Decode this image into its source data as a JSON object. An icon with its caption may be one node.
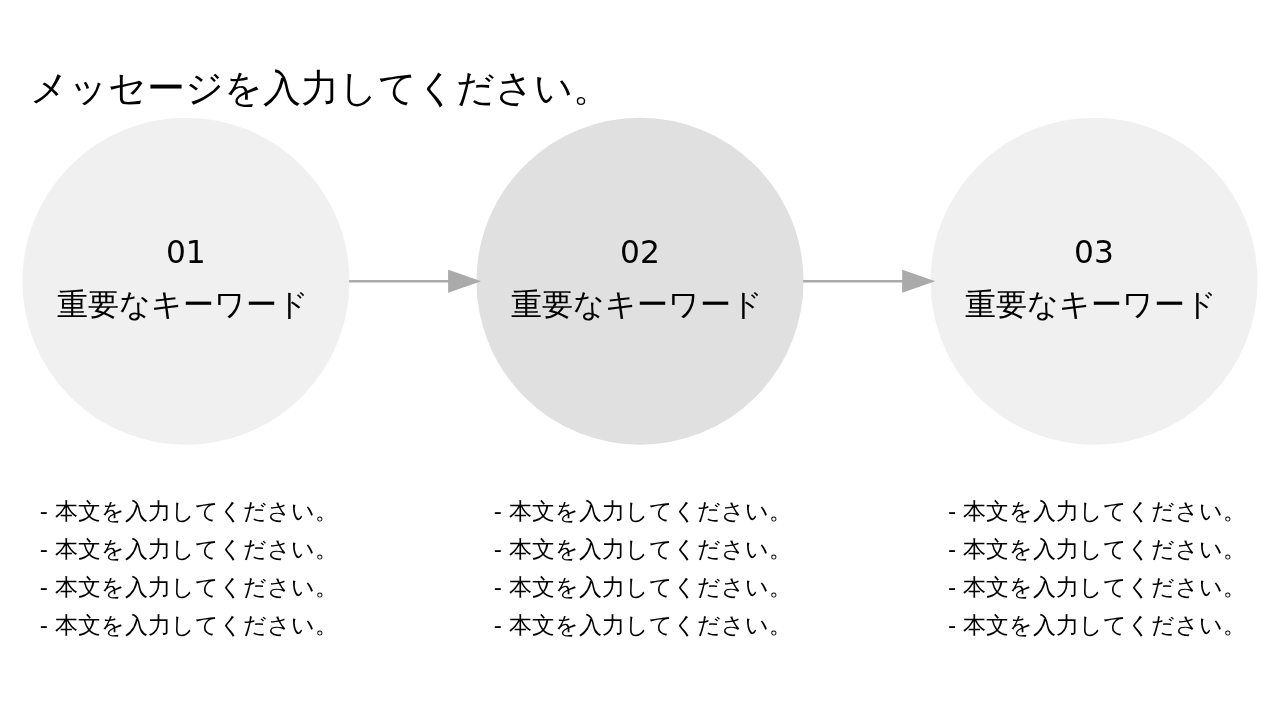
{
  "diagram": {
    "title": "メッセージを入力してください。",
    "nodes": [
      {
        "text": [
          "01",
          "重要なキーワード"
        ],
        "beside": [
          "- 本文を入力してください。",
          "- 本文を入力してください。",
          "- 本文を入力してください。",
          "- 本文を入力してください。"
        ]
      },
      {
        "text": [
          "02",
          "重要なキーワード"
        ],
        "beside": [
          "- 本文を入力してください。",
          "- 本文を入力してください。",
          "- 本文を入力してください。",
          "- 本文を入力してください。"
        ]
      },
      {
        "text": [
          "03",
          "重要なキーワード"
        ],
        "beside": [
          "- 本文を入力してください。",
          "- 本文を入力してください。",
          "- 本文を入力してください。",
          "- 本文を入力してください。"
        ]
      }
    ],
    "edges": [
      {
        "from": 0,
        "to": 1,
        "arrow": "to"
      },
      {
        "from": 1,
        "to": 2,
        "arrow": "to"
      }
    ]
  }
}
